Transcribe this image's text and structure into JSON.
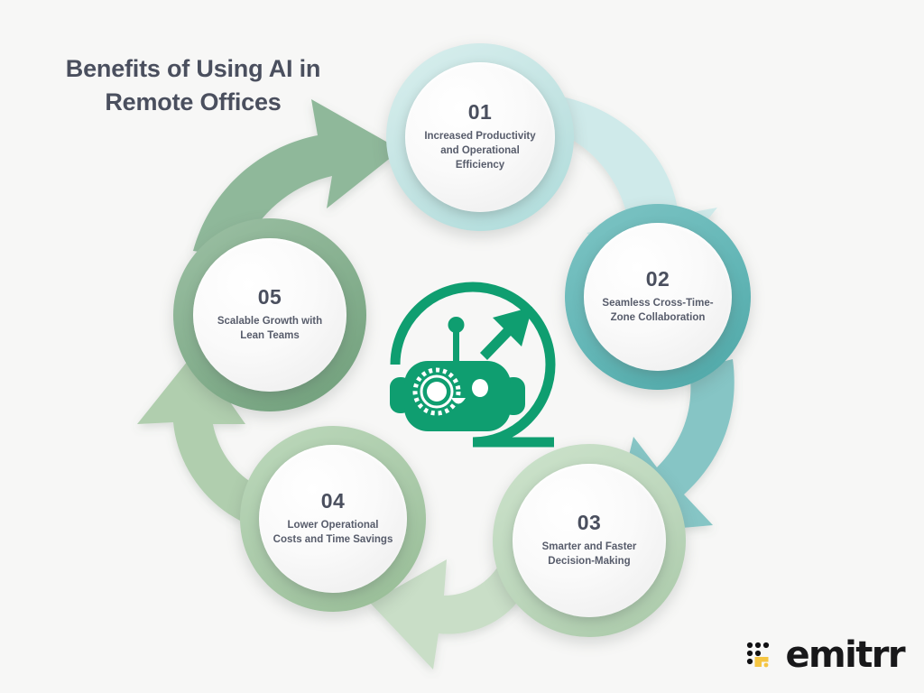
{
  "page": {
    "background_color": "#f7f7f6",
    "title": "Benefits of Using AI in Remote Offices"
  },
  "center": {
    "icon_name": "ai-robot-growth-icon",
    "icon_color": "#0f9e70",
    "description": "Robot head with antenna, gear eye, smile and upward growth arrow inside an open circular arc"
  },
  "steps": [
    {
      "number": "01",
      "label": "Increased Productivity and Operational Efficiency",
      "ring_color": "#c9e7e6",
      "ring_color_dark": "#aedcdb"
    },
    {
      "number": "02",
      "label": "Seamless Cross-Time-Zone Collaboration",
      "ring_color": "#63b6b6",
      "ring_color_dark": "#4ea6a6"
    },
    {
      "number": "03",
      "label": "Smarter and Faster Decision-Making",
      "ring_color": "#bcd6bb",
      "ring_color_dark": "#a8c8a7"
    },
    {
      "number": "04",
      "label": "Lower Operational Costs and Time Savings",
      "ring_color": "#a9c9a8",
      "ring_color_dark": "#95bb94"
    },
    {
      "number": "05",
      "label": "Scalable Growth with Lean Teams",
      "ring_color": "#84ae8d",
      "ring_color_dark": "#6f9e7a"
    }
  ],
  "arrows": [
    {
      "name": "arrow-01-to-02",
      "color": "#cfeaea"
    },
    {
      "name": "arrow-02-to-03",
      "color": "#86c5c5"
    },
    {
      "name": "arrow-03-to-04",
      "color": "#c9dec7"
    },
    {
      "name": "arrow-04-to-05",
      "color": "#b0ceae"
    },
    {
      "name": "arrow-05-to-01",
      "color": "#8fb89a"
    }
  ],
  "logo": {
    "wordmark": "emitrr",
    "mark_color_primary": "#111113",
    "mark_color_accent": "#f5c542",
    "word_color": "#18181a"
  }
}
